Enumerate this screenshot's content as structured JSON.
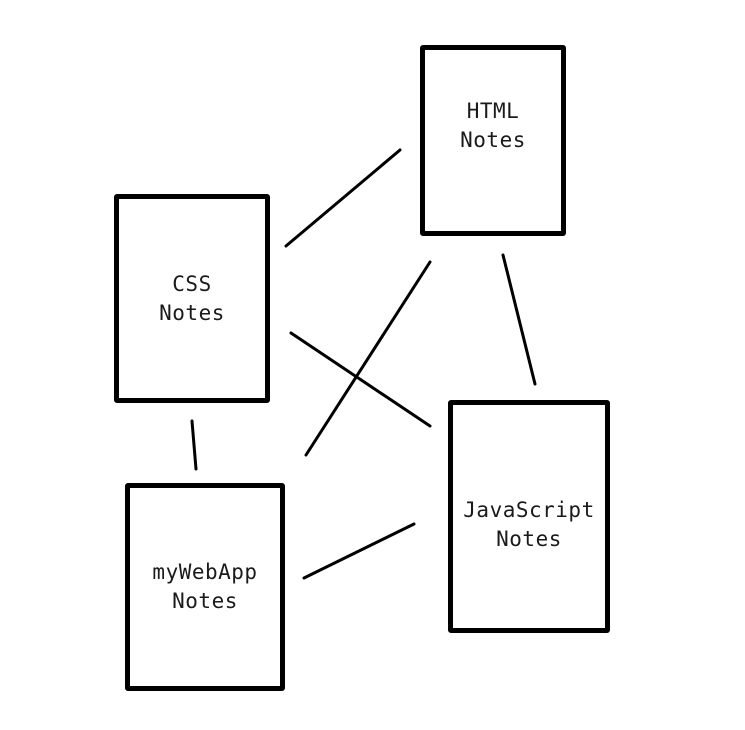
{
  "diagram": {
    "notes": [
      {
        "id": "html",
        "title": "HTML",
        "subtitle": "Notes"
      },
      {
        "id": "css",
        "title": "CSS",
        "subtitle": "Notes"
      },
      {
        "id": "javascript",
        "title": "JavaScript",
        "subtitle": "Notes"
      },
      {
        "id": "mywebapp",
        "title": "myWebApp",
        "subtitle": "Notes"
      }
    ],
    "connections": [
      {
        "from": "css",
        "to": "html"
      },
      {
        "from": "css",
        "to": "javascript"
      },
      {
        "from": "css",
        "to": "mywebapp"
      },
      {
        "from": "mywebapp",
        "to": "html"
      },
      {
        "from": "mywebapp",
        "to": "javascript"
      },
      {
        "from": "html",
        "to": "javascript"
      }
    ],
    "colors": {
      "stroke": "#000000",
      "text": "#1a1a1a",
      "background": "#ffffff"
    }
  }
}
